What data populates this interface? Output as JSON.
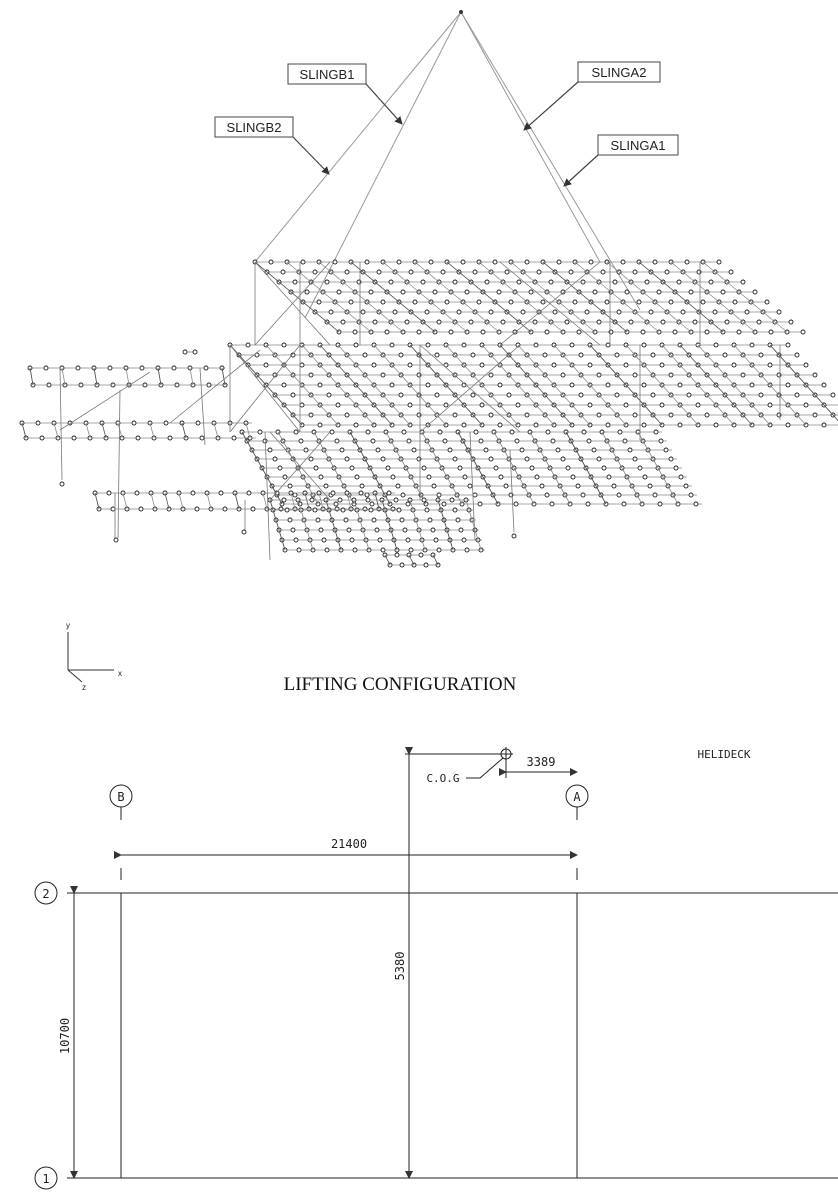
{
  "lifting": {
    "slings": {
      "b1": "SLINGB1",
      "a2": "SLINGA2",
      "b2": "SLINGB2",
      "a1": "SLINGA1"
    },
    "axes": {
      "y": "y",
      "x": "x",
      "z": "z"
    },
    "caption": "LIFTING CONFIGURATION"
  },
  "plan": {
    "grid_b": "B",
    "grid_a": "A",
    "grid_2": "2",
    "grid_1": "1",
    "dim_b_to_a": "21400",
    "dim_1_to_2": "10700",
    "dim_cog_y": "5380",
    "dim_cog_x": "3389",
    "cog_label": "C.O.G",
    "helideck_label": "HELIDECK"
  }
}
